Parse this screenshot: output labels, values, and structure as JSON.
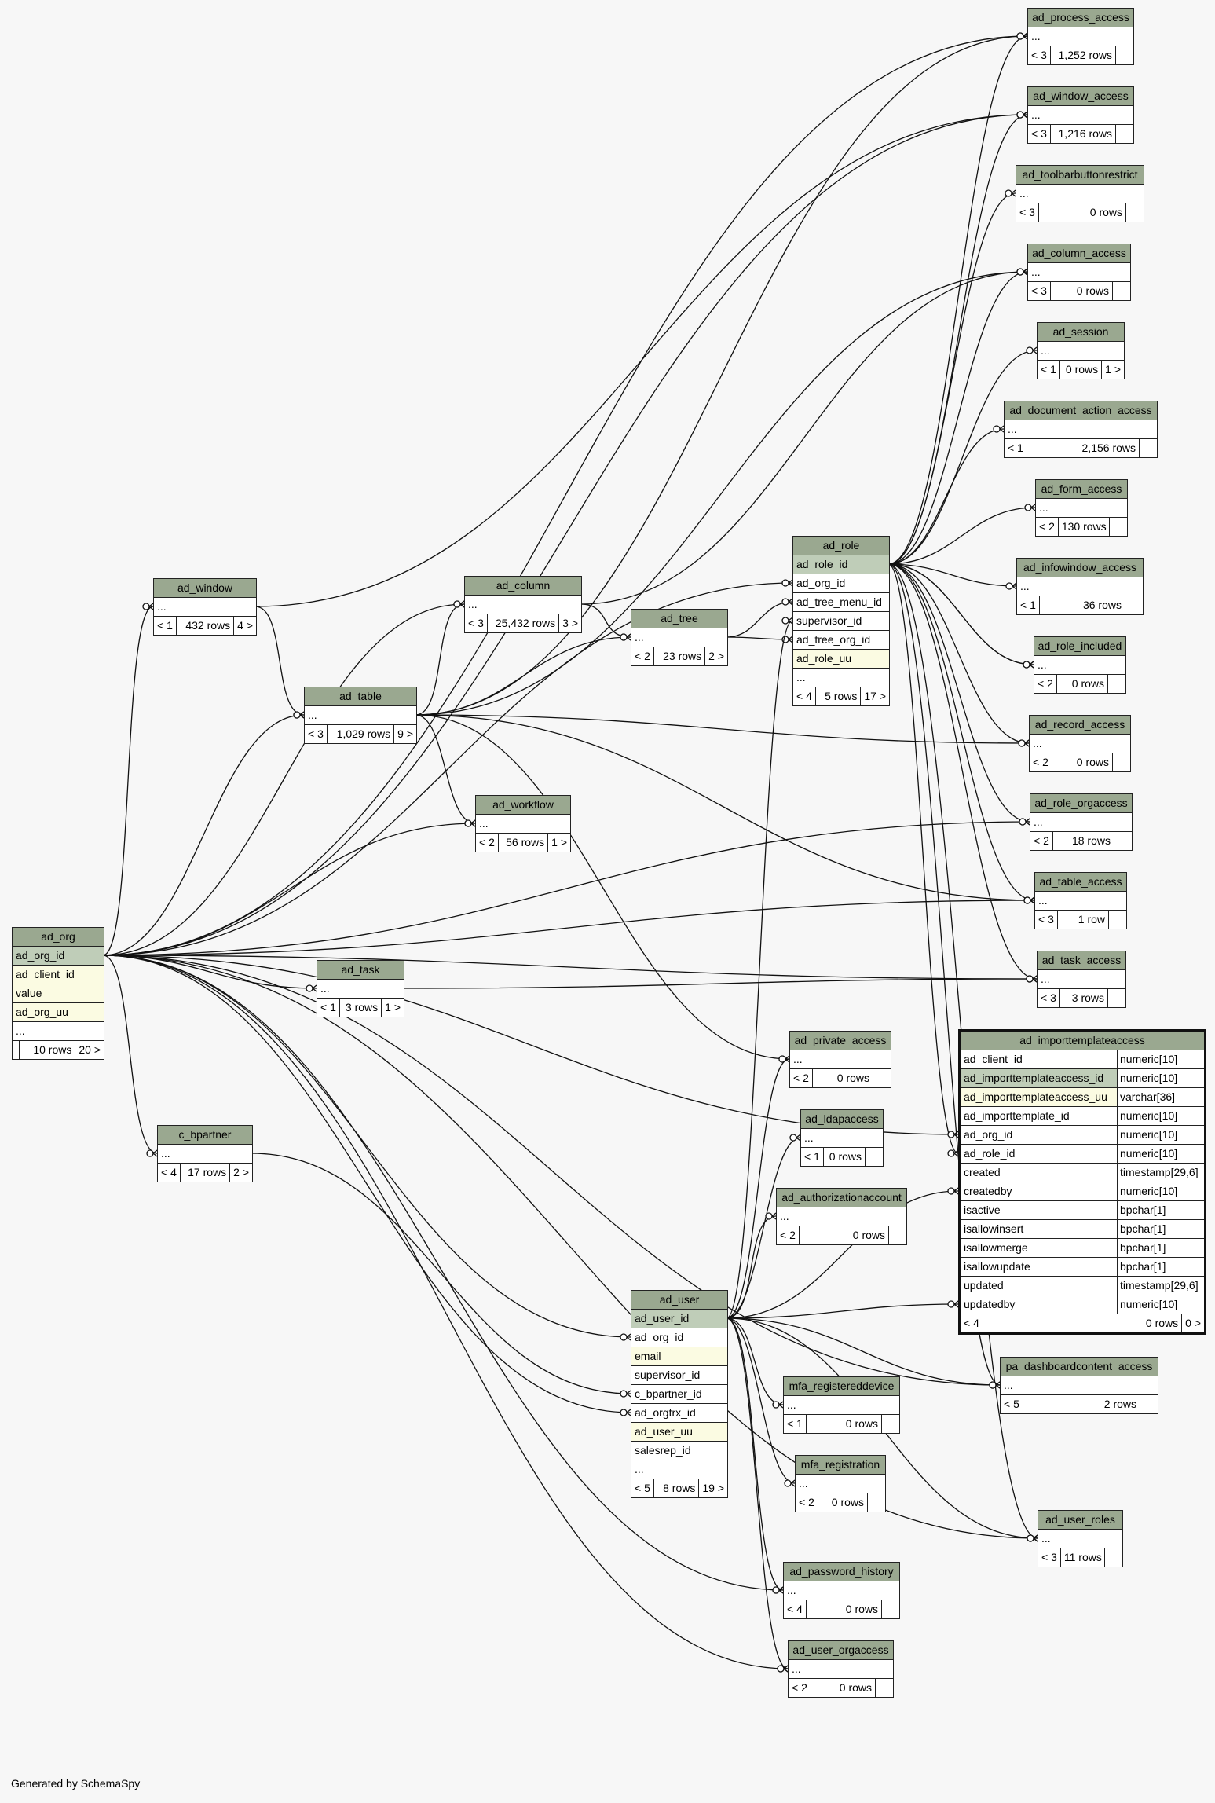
{
  "footer_text": "Generated by SchemaSpy",
  "tables": {
    "ad_process_access": {
      "name": "ad_process_access",
      "rows": [
        "..."
      ],
      "footer": [
        "< 3",
        "1,252 rows",
        ""
      ]
    },
    "ad_window_access": {
      "name": "ad_window_access",
      "rows": [
        "..."
      ],
      "footer": [
        "< 3",
        "1,216 rows",
        ""
      ]
    },
    "ad_toolbarbuttonrestrict": {
      "name": "ad_toolbarbuttonrestrict",
      "rows": [
        "..."
      ],
      "footer": [
        "< 3",
        "0 rows",
        ""
      ]
    },
    "ad_column_access": {
      "name": "ad_column_access",
      "rows": [
        "..."
      ],
      "footer": [
        "< 3",
        "0 rows",
        ""
      ]
    },
    "ad_session": {
      "name": "ad_session",
      "rows": [
        "..."
      ],
      "footer": [
        "< 1",
        "0 rows",
        "1 >"
      ]
    },
    "ad_document_action_access": {
      "name": "ad_document_action_access",
      "rows": [
        "..."
      ],
      "footer": [
        "< 1",
        "2,156 rows",
        ""
      ]
    },
    "ad_form_access": {
      "name": "ad_form_access",
      "rows": [
        "..."
      ],
      "footer": [
        "< 2",
        "130 rows",
        ""
      ]
    },
    "ad_infowindow_access": {
      "name": "ad_infowindow_access",
      "rows": [
        "..."
      ],
      "footer": [
        "< 1",
        "36 rows",
        ""
      ]
    },
    "ad_role_included": {
      "name": "ad_role_included",
      "rows": [
        "..."
      ],
      "footer": [
        "< 2",
        "0 rows",
        ""
      ]
    },
    "ad_record_access": {
      "name": "ad_record_access",
      "rows": [
        "..."
      ],
      "footer": [
        "< 2",
        "0 rows",
        ""
      ]
    },
    "ad_role_orgaccess": {
      "name": "ad_role_orgaccess",
      "rows": [
        "..."
      ],
      "footer": [
        "< 2",
        "18 rows",
        ""
      ]
    },
    "ad_table_access": {
      "name": "ad_table_access",
      "rows": [
        "..."
      ],
      "footer": [
        "< 3",
        "1 row",
        ""
      ]
    },
    "ad_task_access": {
      "name": "ad_task_access",
      "rows": [
        "..."
      ],
      "footer": [
        "< 3",
        "3 rows",
        ""
      ]
    },
    "ad_role": {
      "name": "ad_role",
      "rows": [
        "ad_role_id",
        "ad_org_id",
        "ad_tree_menu_id",
        "supervisor_id",
        "ad_tree_org_id",
        "ad_role_uu",
        "..."
      ],
      "footer": [
        "< 4",
        "5 rows",
        "17 >"
      ]
    },
    "ad_window": {
      "name": "ad_window",
      "rows": [
        "..."
      ],
      "footer": [
        "< 1",
        "432 rows",
        "4 >"
      ]
    },
    "ad_column": {
      "name": "ad_column",
      "rows": [
        "..."
      ],
      "footer": [
        "< 3",
        "25,432 rows",
        "3 >"
      ]
    },
    "ad_tree": {
      "name": "ad_tree",
      "rows": [
        "..."
      ],
      "footer": [
        "< 2",
        "23 rows",
        "2 >"
      ]
    },
    "ad_table": {
      "name": "ad_table",
      "rows": [
        "..."
      ],
      "footer": [
        "< 3",
        "1,029 rows",
        "9 >"
      ]
    },
    "ad_workflow": {
      "name": "ad_workflow",
      "rows": [
        "..."
      ],
      "footer": [
        "< 2",
        "56 rows",
        "1 >"
      ]
    },
    "ad_org": {
      "name": "ad_org",
      "rows": [
        "ad_org_id",
        "ad_client_id",
        "value",
        "ad_org_uu",
        "..."
      ],
      "footer": [
        "",
        "10 rows",
        "20 >"
      ]
    },
    "ad_task": {
      "name": "ad_task",
      "rows": [
        "..."
      ],
      "footer": [
        "< 1",
        "3 rows",
        "1 >"
      ]
    },
    "c_bpartner": {
      "name": "c_bpartner",
      "rows": [
        "..."
      ],
      "footer": [
        "< 4",
        "17 rows",
        "2 >"
      ]
    },
    "ad_private_access": {
      "name": "ad_private_access",
      "rows": [
        "..."
      ],
      "footer": [
        "< 2",
        "0 rows",
        ""
      ]
    },
    "ad_ldapaccess": {
      "name": "ad_ldapaccess",
      "rows": [
        "..."
      ],
      "footer": [
        "< 1",
        "0 rows",
        ""
      ]
    },
    "ad_authorizationaccount": {
      "name": "ad_authorizationaccount",
      "rows": [
        "..."
      ],
      "footer": [
        "< 2",
        "0 rows",
        ""
      ]
    },
    "ad_user": {
      "name": "ad_user",
      "rows": [
        "ad_user_id",
        "ad_org_id",
        "email",
        "supervisor_id",
        "c_bpartner_id",
        "ad_orgtrx_id",
        "ad_user_uu",
        "salesrep_id",
        "..."
      ],
      "footer": [
        "< 5",
        "8 rows",
        "19 >"
      ]
    },
    "mfa_registereddevice": {
      "name": "mfa_registereddevice",
      "rows": [
        "..."
      ],
      "footer": [
        "< 1",
        "0 rows",
        ""
      ]
    },
    "mfa_registration": {
      "name": "mfa_registration",
      "rows": [
        "..."
      ],
      "footer": [
        "< 2",
        "0 rows",
        ""
      ]
    },
    "ad_password_history": {
      "name": "ad_password_history",
      "rows": [
        "..."
      ],
      "footer": [
        "< 4",
        "0 rows",
        ""
      ]
    },
    "ad_user_orgaccess": {
      "name": "ad_user_orgaccess",
      "rows": [
        "..."
      ],
      "footer": [
        "< 2",
        "0 rows",
        ""
      ]
    },
    "pa_dashboardcontent_access": {
      "name": "pa_dashboardcontent_access",
      "rows": [
        "..."
      ],
      "footer": [
        "< 5",
        "2 rows",
        ""
      ]
    },
    "ad_user_roles": {
      "name": "ad_user_roles",
      "rows": [
        "..."
      ],
      "footer": [
        "< 3",
        "11 rows",
        ""
      ]
    }
  },
  "focus_table": {
    "name": "ad_importtemplateaccess",
    "columns": [
      {
        "name": "ad_client_id",
        "type": "numeric[10]"
      },
      {
        "name": "ad_importtemplateaccess_id",
        "type": "numeric[10]"
      },
      {
        "name": "ad_importtemplateaccess_uu",
        "type": "varchar[36]"
      },
      {
        "name": "ad_importtemplate_id",
        "type": "numeric[10]"
      },
      {
        "name": "ad_org_id",
        "type": "numeric[10]"
      },
      {
        "name": "ad_role_id",
        "type": "numeric[10]"
      },
      {
        "name": "created",
        "type": "timestamp[29,6]"
      },
      {
        "name": "createdby",
        "type": "numeric[10]"
      },
      {
        "name": "isactive",
        "type": "bpchar[1]"
      },
      {
        "name": "isallowinsert",
        "type": "bpchar[1]"
      },
      {
        "name": "isallowmerge",
        "type": "bpchar[1]"
      },
      {
        "name": "isallowupdate",
        "type": "bpchar[1]"
      },
      {
        "name": "updated",
        "type": "timestamp[29,6]"
      },
      {
        "name": "updatedby",
        "type": "numeric[10]"
      }
    ],
    "footer": [
      "< 4",
      "0 rows",
      "0 >"
    ]
  },
  "colors": {
    "header": "#9aa890",
    "primary_key": "#bfcdb8",
    "indexed": "#fbfbe2",
    "background": "#f7f7f7",
    "line": "#111111"
  }
}
